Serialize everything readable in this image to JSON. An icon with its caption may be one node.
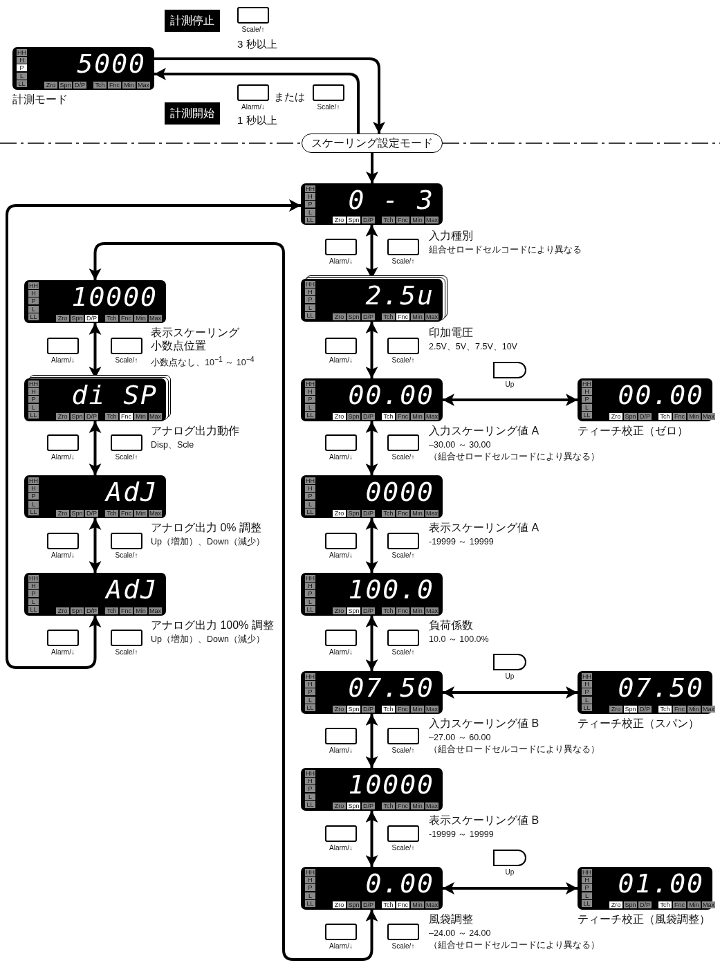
{
  "diagram": {
    "nodes": [
      {
        "text": [
          "計測停止"
        ]
      },
      {
        "text": [
          "Scale/↑"
        ]
      },
      {
        "text": [
          "HH",
          "H",
          "P",
          "L",
          "LL",
          "5000",
          "Zro",
          "Spn",
          "D/P",
          "Tch",
          "Fnc",
          "Min",
          "Max"
        ],
        "beside": [
          "計測モード"
        ]
      },
      {
        "text": [
          "Alarm/↓"
        ]
      },
      {
        "text": [
          "Scale/↑"
        ]
      },
      {
        "text": [
          "計測開始"
        ]
      },
      {
        "text": [
          "スケーリング設定モード"
        ]
      },
      {
        "text": [
          "HH",
          "H",
          "P",
          "L",
          "LL",
          "0 - 3",
          "Zro",
          "Spn",
          "D/P",
          "Tch",
          "Fnc",
          "Min",
          "Max"
        ],
        "beside": [
          "入力種別",
          "組合せロードセルコードにより異なる"
        ]
      },
      {
        "text": [
          "Alarm/↓"
        ]
      },
      {
        "text": [
          "Scale/↑"
        ]
      },
      {
        "text": [
          "HH",
          "H",
          "P",
          "L",
          "LL",
          "10000",
          "Zro",
          "Spn",
          "D/P",
          "Tch",
          "Fnc",
          "Min",
          "Max"
        ],
        "beside": [
          "表示スケーリング小数点位置",
          "小数点なし、10$^{−1}$ ～ 10$^{−4}$"
        ]
      },
      {
        "text": [
          "HH",
          "H",
          "P",
          "L",
          "LL",
          "2.5u",
          "Zro",
          "Spn",
          "D/P",
          "Tch",
          "Fnc",
          "Min",
          "Max"
        ],
        "beside": [
          "印加電圧",
          "2.5V、5V、7.5V、10V"
        ]
      },
      {
        "text": [
          "Alarm/↓"
        ]
      },
      {
        "text": [
          "Scale/↑"
        ]
      },
      {
        "text": [
          "Alarm/↓"
        ]
      },
      {
        "text": [
          "Scale/↑"
        ]
      },
      {
        "text": [
          "Up"
        ]
      },
      {
        "text": [
          "HH",
          "H",
          "P",
          "L",
          "LL",
          "di SP",
          "Zro",
          "Spn",
          "D/P",
          "Tch",
          "Fnc",
          "Min",
          "Max"
        ],
        "beside": [
          "アナログ出力動作",
          "Disp、Scle"
        ]
      },
      {
        "text": [
          "HH",
          "H",
          "P",
          "L",
          "LL",
          "00.00",
          "Zro",
          "Spn",
          "D/P",
          "Tch",
          "Fnc",
          "Min",
          "Max"
        ],
        "beside": [
          "入力スケーリング値 A",
          "–30.00 ～ 30.00",
          "（組合せロードセルコードにより異なる）"
        ]
      },
      {
        "text": [
          "HH",
          "H",
          "P",
          "L",
          "LL",
          "00.00",
          "Zro",
          "Spn",
          "D/P",
          "Tch",
          "Fnc",
          "Min",
          "Max"
        ],
        "beside": [
          "ティーチ校正（ゼロ）"
        ]
      },
      {
        "text": [
          "Alarm/↓"
        ]
      },
      {
        "text": [
          "Scale/↑"
        ]
      },
      {
        "text": [
          "Alarm/↓"
        ]
      },
      {
        "text": [
          "Scale/↑"
        ]
      },
      {
        "text": [
          "HH",
          "H",
          "P",
          "L",
          "LL",
          "AdJ",
          "Zro",
          "Spn",
          "D/P",
          "Tch",
          "Fnc",
          "Min",
          "Max"
        ],
        "beside": [
          "アナログ出力 0% 調整",
          "Up（増加）、Down（減少）"
        ]
      },
      {
        "text": [
          "HH",
          "H",
          "P",
          "L",
          "LL",
          "0000",
          "Zro",
          "Spn",
          "D/P",
          "Tch",
          "Fnc",
          "Min",
          "Max"
        ],
        "beside": [
          "表示スケーリング値 A",
          "-19999 ～ 19999"
        ]
      },
      {
        "text": [
          "Alarm/↓"
        ]
      },
      {
        "text": [
          "Scale/↑"
        ]
      },
      {
        "text": [
          "Alarm/↓"
        ]
      },
      {
        "text": [
          "Scale/↑"
        ]
      },
      {
        "text": [
          "HH",
          "H",
          "P",
          "L",
          "LL",
          "AdJ",
          "Zro",
          "Spn",
          "D/P",
          "Tch",
          "Fnc",
          "Min",
          "Max"
        ],
        "beside": [
          "アナログ出力 100% 調整",
          "Up（増加）、Down（減少）"
        ]
      },
      {
        "text": [
          "HH",
          "H",
          "P",
          "L",
          "LL",
          "100.0",
          "Zro",
          "Spn",
          "D/P",
          "Tch",
          "Fnc",
          "Min",
          "Max"
        ],
        "beside": [
          "負荷係数",
          "10.0 ～ 100.0%"
        ]
      },
      {
        "text": [
          "Alarm/↓"
        ]
      },
      {
        "text": [
          "Scale/↑"
        ]
      },
      {
        "text": [
          "Alarm/↓"
        ]
      },
      {
        "text": [
          "Scale/↑"
        ]
      },
      {
        "text": [
          "Up"
        ]
      },
      {
        "text": [
          "HH",
          "H",
          "P",
          "L",
          "LL",
          "07.50",
          "Zro",
          "Spn",
          "D/P",
          "Tch",
          "Fnc",
          "Min",
          "Max"
        ],
        "beside": [
          "入力スケーリング値 B",
          "–27.00 ～ 60.00",
          "（組合せロードセルコードにより異なる）"
        ]
      },
      {
        "text": [
          "HH",
          "H",
          "P",
          "L",
          "LL",
          "07.50",
          "Zro",
          "Spn",
          "D/P",
          "Tch",
          "Fnc",
          "Min",
          "Max"
        ],
        "beside": [
          "ティーチ校正（スパン）"
        ]
      },
      {
        "text": [
          "Alarm/↓"
        ]
      },
      {
        "text": [
          "Scale/↑"
        ]
      },
      {
        "text": [
          "HH",
          "H",
          "P",
          "L",
          "LL",
          "10000",
          "Zro",
          "Spn",
          "D/P",
          "Tch",
          "Fnc",
          "Min",
          "Max"
        ],
        "beside": [
          "表示スケーリング値 B",
          "-19999 ～ 19999"
        ]
      },
      {
        "text": [
          "Alarm/↓"
        ]
      },
      {
        "text": [
          "Scale/↑"
        ]
      },
      {
        "text": [
          "Up"
        ]
      },
      {
        "text": [
          "HH",
          "H",
          "P",
          "L",
          "LL",
          "0.00",
          "Zro",
          "Spn",
          "D/P",
          "Tch",
          "Fnc",
          "Min",
          "Max"
        ],
        "beside": [
          "風袋調整",
          "–24.00 ～ 24.00",
          "（組合せロードセルコードにより異なる）"
        ]
      },
      {
        "text": [
          "HH",
          "H",
          "P",
          "L",
          "LL",
          "01.00",
          "Zro",
          "Spn",
          "D/P",
          "Tch",
          "Fnc",
          "Min",
          "Max"
        ],
        "beside": [
          "ティーチ校正（風袋調整）"
        ]
      },
      {
        "text": [
          "Alarm/↓"
        ]
      },
      {
        "text": [
          "Scale/↑"
        ]
      }
    ],
    "edges": [
      {
        "from": 2,
        "to": 6,
        "arrow": "to"
      },
      {
        "from": 6,
        "to": 2,
        "arrow": "to"
      },
      {
        "from": 6,
        "to": 7,
        "arrow": "to"
      },
      {
        "from": 7,
        "to": 11,
        "arrow": "both"
      },
      {
        "from": 11,
        "to": 18,
        "arrow": "both"
      },
      {
        "from": 18,
        "to": 25,
        "arrow": "both"
      },
      {
        "from": 25,
        "to": 31,
        "arrow": "both"
      },
      {
        "from": 31,
        "to": 37,
        "arrow": "both"
      },
      {
        "from": 37,
        "to": 41,
        "arrow": "both"
      },
      {
        "from": 41,
        "to": 45,
        "arrow": "both"
      },
      {
        "from": 18,
        "to": 19,
        "arrow": "both"
      },
      {
        "from": 37,
        "to": 38,
        "arrow": "both"
      },
      {
        "from": 45,
        "to": 46,
        "arrow": "both"
      },
      {
        "from": 45,
        "to": 10,
        "arrow": "both"
      },
      {
        "from": 10,
        "to": 17,
        "arrow": "both"
      },
      {
        "from": 17,
        "to": 24,
        "arrow": "both"
      },
      {
        "from": 24,
        "to": 30,
        "arrow": "both"
      },
      {
        "from": 30,
        "to": 7,
        "arrow": "both"
      }
    ],
    "labels": [
      "3 秒以上",
      "または",
      "1 秒以上"
    ]
  }
}
